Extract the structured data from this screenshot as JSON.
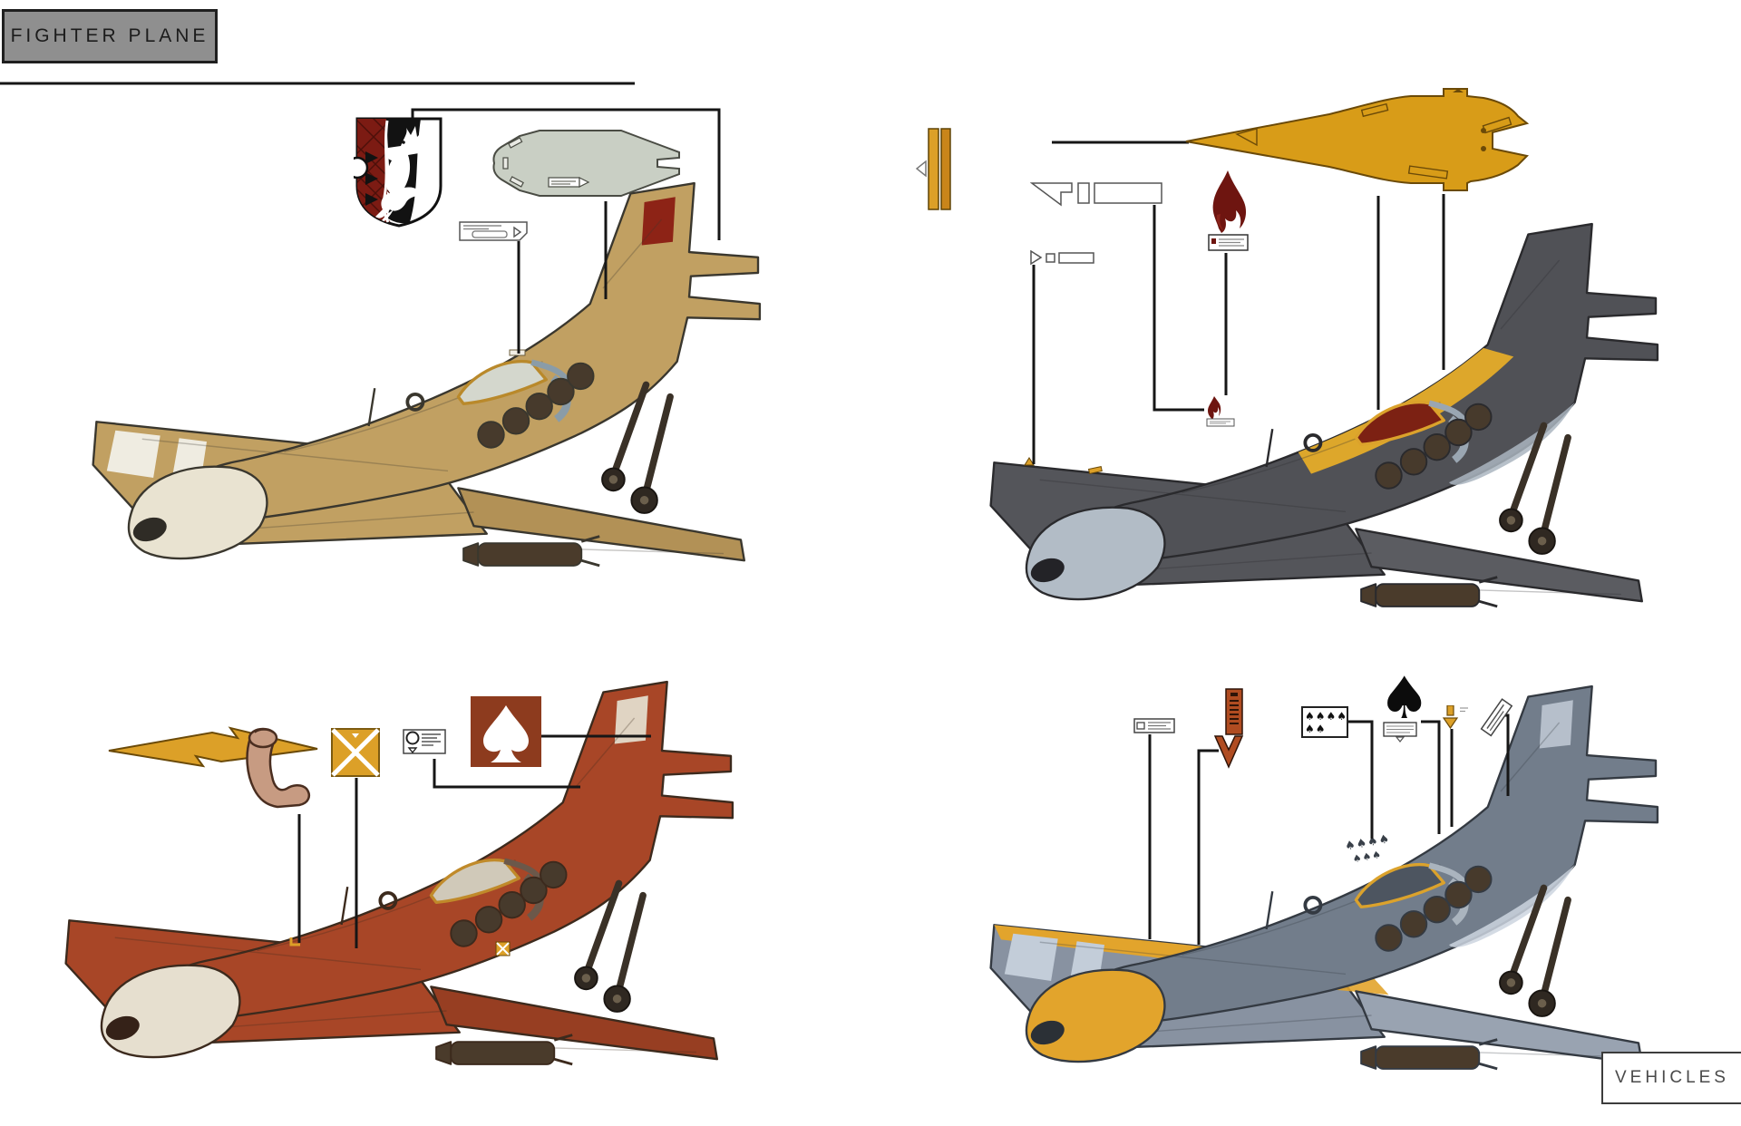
{
  "header": {
    "title": "FIGHTER PLANE"
  },
  "footer": {
    "label": "VEHICLES"
  },
  "colors": {
    "title_bg": "#8f8f8f",
    "ink": "#161616",
    "amber": "#dca028",
    "amber_dark": "#7c5a10",
    "rust_arrow": "#b04c21",
    "flame_red": "#6e1510",
    "shield_red": "#7c1b13",
    "spade_square": "#8d3b1e",
    "silhouette_grey": "#c9cfc4",
    "silhouette_yellow": "#d89c18",
    "skin": "#c79b82",
    "decal_dark": "#394049"
  },
  "planes": [
    {
      "id": "tan-dragon-variant",
      "palette": {
        "body": "#c1a062",
        "wing": "#c1a062",
        "wing2": "#b29156",
        "nacelle": "#e9e3d1",
        "canopy": "#d4d7cd",
        "frame": "#b9892b",
        "pipe": "#8a9ca8",
        "spine": "transparent",
        "rearpanel": "transparent",
        "tipstripe": "#efece1",
        "leadstripe": "transparent",
        "rootpanel": "transparent",
        "findecal": "#8a1c12",
        "dark": "#2f2c26",
        "line": "#3a372e"
      }
    },
    {
      "id": "charcoal-flame-variant",
      "palette": {
        "body": "#505156",
        "wing": "#54555a",
        "wing2": "#5b5c61",
        "nacelle": "#b2bcc6",
        "canopy": "#7c2113",
        "frame": "#dba22c",
        "pipe": "#9aa6b2",
        "spine": "#dda72b",
        "rearpanel": "#aab5bf",
        "tipstripe": "transparent",
        "leadstripe": "transparent",
        "rootpanel": "transparent",
        "findecal": "transparent",
        "dark": "#232327",
        "line": "#2a2a2d"
      }
    },
    {
      "id": "red-spade-lightning-variant",
      "palette": {
        "body": "#a84627",
        "wing": "#a84627",
        "wing2": "#973e22",
        "nacelle": "#e6dfcf",
        "canopy": "#d0c9b9",
        "frame": "#c08a2a",
        "pipe": "#6b584a",
        "spine": "transparent",
        "rearpanel": "transparent",
        "tipstripe": "transparent",
        "leadstripe": "transparent",
        "rootpanel": "transparent",
        "findecal": "#e3dccb",
        "dark": "#352218",
        "line": "#3c2a1d"
      }
    },
    {
      "id": "grey-yellow-spade-variant",
      "palette": {
        "body": "#727d8b",
        "wing": "#8892a1",
        "wing2": "#99a3b1",
        "nacelle": "#e2a42c",
        "canopy": "#4d5560",
        "frame": "#dba22c",
        "pipe": "#aab4be",
        "spine": "transparent",
        "rearpanel": "#ccd5df",
        "tipstripe": "#c3cdd9",
        "leadstripe": "#e2a42c",
        "rootpanel": "#e2a42c",
        "findecal": "#b9c3cf",
        "dark": "#2b3036",
        "line": "#343a42"
      }
    }
  ],
  "emblems": [
    "dragon-heraldic-shield",
    "top-view-silhouette",
    "stencil-label",
    "twin-amber-bars",
    "pennant-outline",
    "flame-badge",
    "bottom-view-silhouette",
    "lightning-arm",
    "amber-x-square",
    "circle-stencil",
    "red-spade-square",
    "stencil-box",
    "rust-arrow-banner",
    "six-spades-card",
    "ace-of-spades",
    "warning-mark",
    "tilted-stamp"
  ]
}
